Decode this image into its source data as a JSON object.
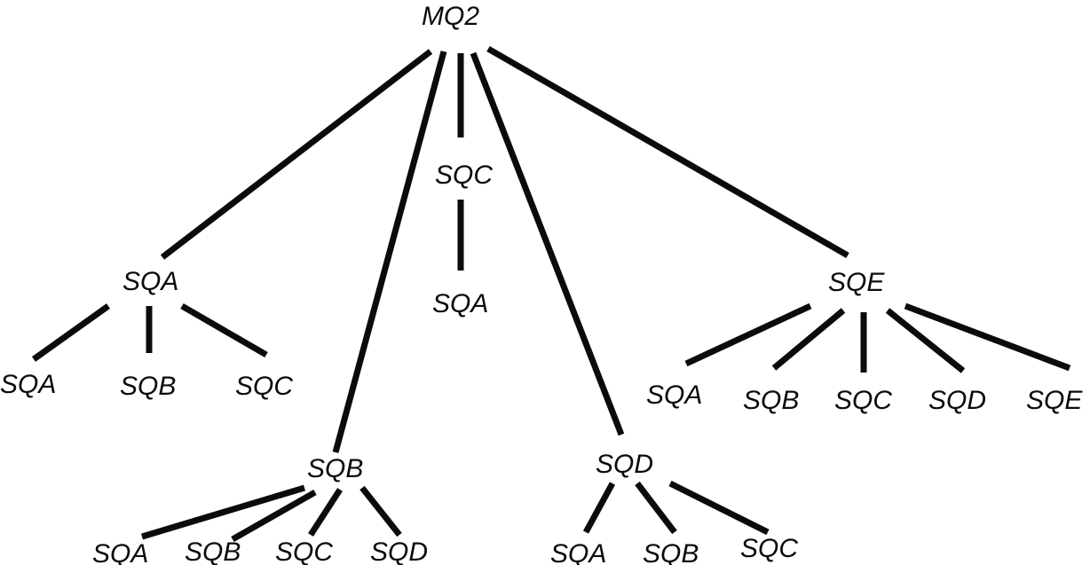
{
  "tree": {
    "root": "MQ2",
    "children": [
      {
        "label": "SQA",
        "children": [
          {
            "label": "SQA"
          },
          {
            "label": "SQB"
          },
          {
            "label": "SQC"
          }
        ]
      },
      {
        "label": "SQB",
        "children": [
          {
            "label": "SQA"
          },
          {
            "label": "SQB"
          },
          {
            "label": "SQC"
          },
          {
            "label": "SQD"
          }
        ]
      },
      {
        "label": "SQC",
        "children": [
          {
            "label": "SQA"
          }
        ]
      },
      {
        "label": "SQD",
        "children": [
          {
            "label": "SQA"
          },
          {
            "label": "SQB"
          },
          {
            "label": "SQC"
          }
        ]
      },
      {
        "label": "SQE",
        "children": [
          {
            "label": "SQA"
          },
          {
            "label": "SQB"
          },
          {
            "label": "SQC"
          },
          {
            "label": "SQD"
          },
          {
            "label": "SQE"
          }
        ]
      }
    ]
  },
  "colors": {
    "ink": "#0b0b0b",
    "background": "#ffffff"
  }
}
